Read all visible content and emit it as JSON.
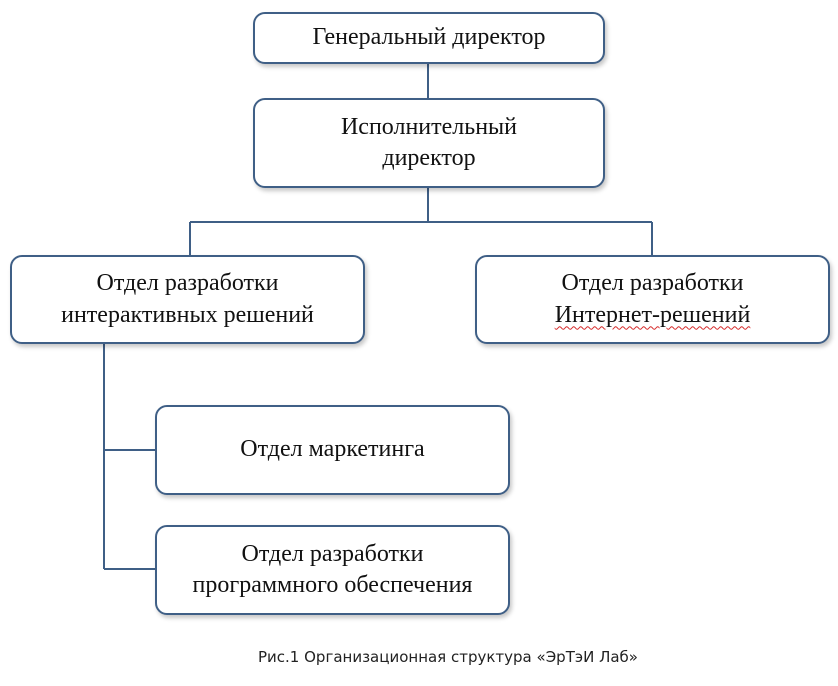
{
  "diagram": {
    "nodes": {
      "general_director": "Генеральный директор",
      "executive_director_line1": "Исполнительный",
      "executive_director_line2": "директор",
      "interactive_dept_line1": "Отдел разработки",
      "interactive_dept_line2": "интерактивных решений",
      "internet_dept_line1": "Отдел разработки",
      "internet_dept_line2": "Интернет-решений",
      "marketing_dept": "Отдел маркетинга",
      "software_dept_line1": "Отдел разработки",
      "software_dept_line2": "программного обеспечения"
    },
    "edges": [
      [
        "general_director",
        "executive_director"
      ],
      [
        "executive_director",
        "interactive_dept"
      ],
      [
        "executive_director",
        "internet_dept"
      ],
      [
        "interactive_dept",
        "marketing_dept"
      ],
      [
        "interactive_dept",
        "software_dept"
      ]
    ],
    "colors": {
      "border": "#3f5f86",
      "connector": "#3f5f86",
      "spellcheck_underline": "#d62a2a"
    }
  },
  "caption": "Рис.1 Организационная структура «ЭрТэИ Лаб»"
}
